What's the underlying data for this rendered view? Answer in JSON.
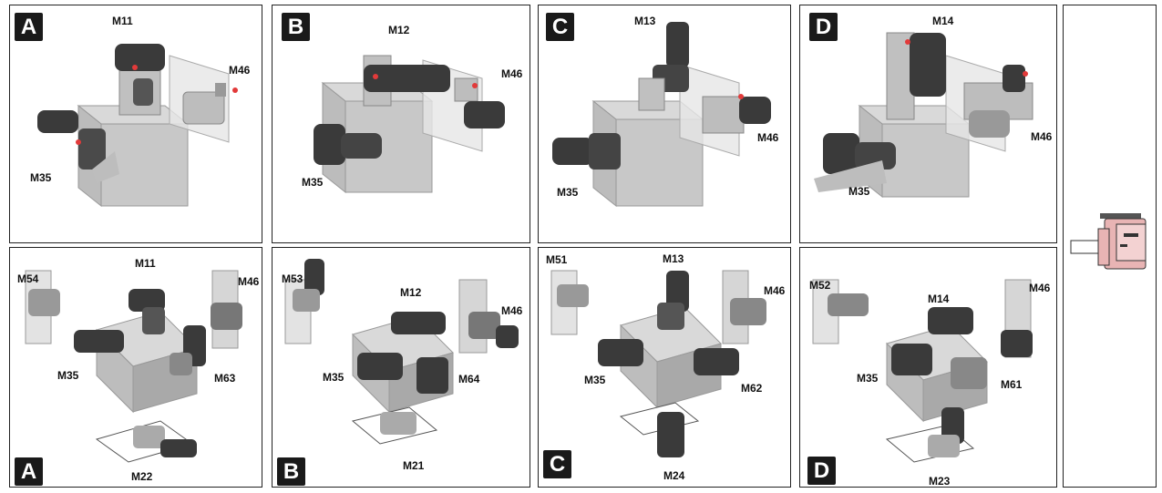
{
  "panels": [
    {
      "badge": "A",
      "labels": [
        "M11",
        "M46",
        "M35"
      ]
    },
    {
      "badge": "B",
      "labels": [
        "M12",
        "M46",
        "M35"
      ]
    },
    {
      "badge": "C",
      "labels": [
        "M13",
        "M46",
        "M35"
      ]
    },
    {
      "badge": "D",
      "labels": [
        "M14",
        "M46",
        "M35"
      ]
    },
    {
      "badge": "A",
      "labels": [
        "M11",
        "M54",
        "M46",
        "M35",
        "M63",
        "M22"
      ]
    },
    {
      "badge": "B",
      "labels": [
        "M53",
        "M12",
        "M46",
        "M35",
        "M64",
        "M21"
      ]
    },
    {
      "badge": "C",
      "labels": [
        "M51",
        "M13",
        "M46",
        "M35",
        "M62",
        "M24"
      ]
    },
    {
      "badge": "D",
      "labels": [
        "M52",
        "M14",
        "M46",
        "M35",
        "M61",
        "M23"
      ]
    }
  ],
  "colors": {
    "cube": "#cfcfcf",
    "motor": "#3a3a3a",
    "plate": "#bdbdbd",
    "accent": "#e23a3a",
    "side_gear": "#e8b4b4"
  }
}
